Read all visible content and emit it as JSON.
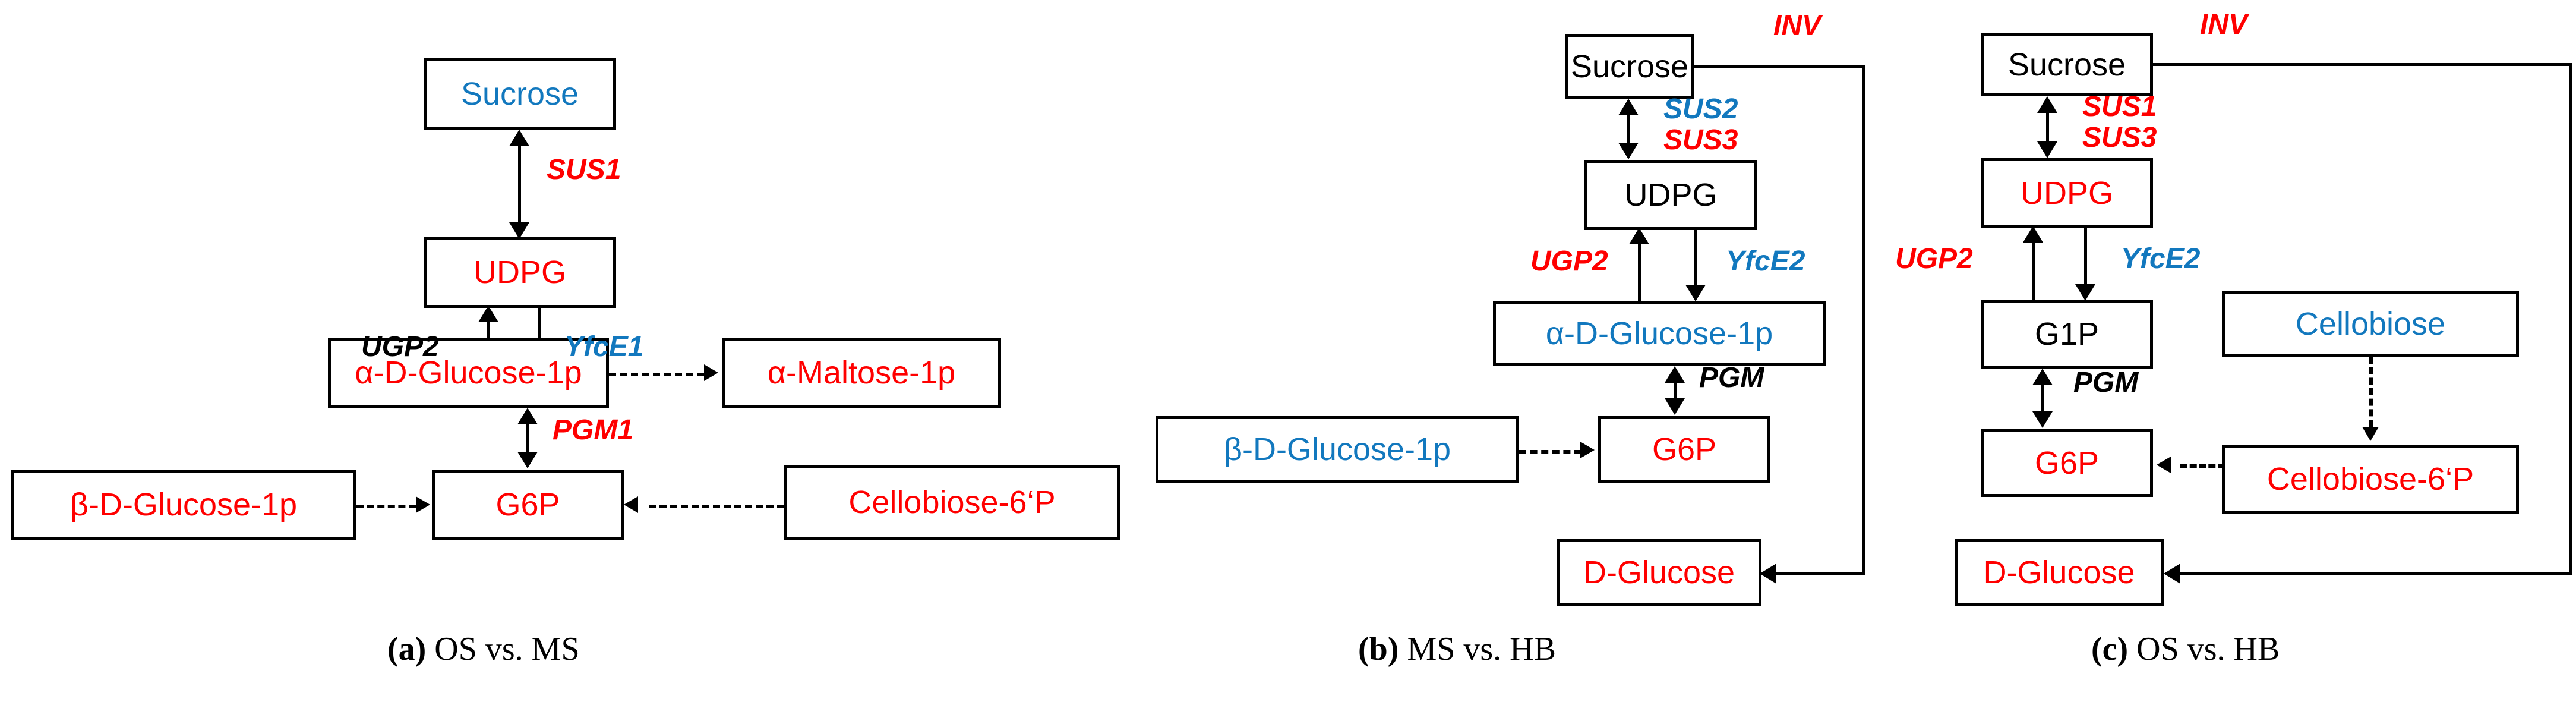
{
  "figure": {
    "type": "diagram",
    "subject": "sucrose and glucose metabolism pathway comparison",
    "colors": {
      "up_regulated": "#ff0000",
      "down_regulated": "#1278be",
      "unchanged": "#000000",
      "edge": "#000000"
    }
  },
  "panels": [
    {
      "id": "a",
      "caption_tag": "(a)",
      "caption_text": " OS vs. MS",
      "nodes": {
        "sucrose": "Sucrose",
        "udpg": "UDPG",
        "alpha_d_glucose_1p": "α-D-Glucose-1p",
        "alpha_maltose_1p": "α-Maltose-1p",
        "beta_d_glucose_1p": "β-D-Glucose-1p",
        "g6p": "G6P",
        "cellobiose_6p": "Cellobiose-6‘P"
      },
      "enzymes": {
        "sus1": "SUS1",
        "ugp2": "UGP2",
        "yfce1": "YfcE1",
        "pgm1": "PGM1"
      }
    },
    {
      "id": "b",
      "caption_tag": "(b)",
      "caption_text": " MS vs. HB",
      "nodes": {
        "sucrose": "Sucrose",
        "udpg": "UDPG",
        "alpha_d_glucose_1p": "α-D-Glucose-1p",
        "beta_d_glucose_1p": "β-D-Glucose-1p",
        "g6p": "G6P",
        "d_glucose": "D-Glucose"
      },
      "enzymes": {
        "inv": "INV",
        "sus2": "SUS2",
        "sus3": "SUS3",
        "ugp2": "UGP2",
        "yfce2": "YfcE2",
        "pgm": "PGM"
      }
    },
    {
      "id": "c",
      "caption_tag": "(c)",
      "caption_text": " OS vs. HB",
      "nodes": {
        "sucrose": "Sucrose",
        "udpg": "UDPG",
        "g1p": "G1P",
        "g6p": "G6P",
        "cellobiose": "Cellobiose",
        "cellobiose_6p": "Cellobiose-6‘P",
        "d_glucose": "D-Glucose"
      },
      "enzymes": {
        "inv": "INV",
        "sus1": "SUS1",
        "sus3": "SUS3",
        "ugp2": "UGP2",
        "yfce2": "YfcE2",
        "pgm": "PGM"
      }
    }
  ]
}
